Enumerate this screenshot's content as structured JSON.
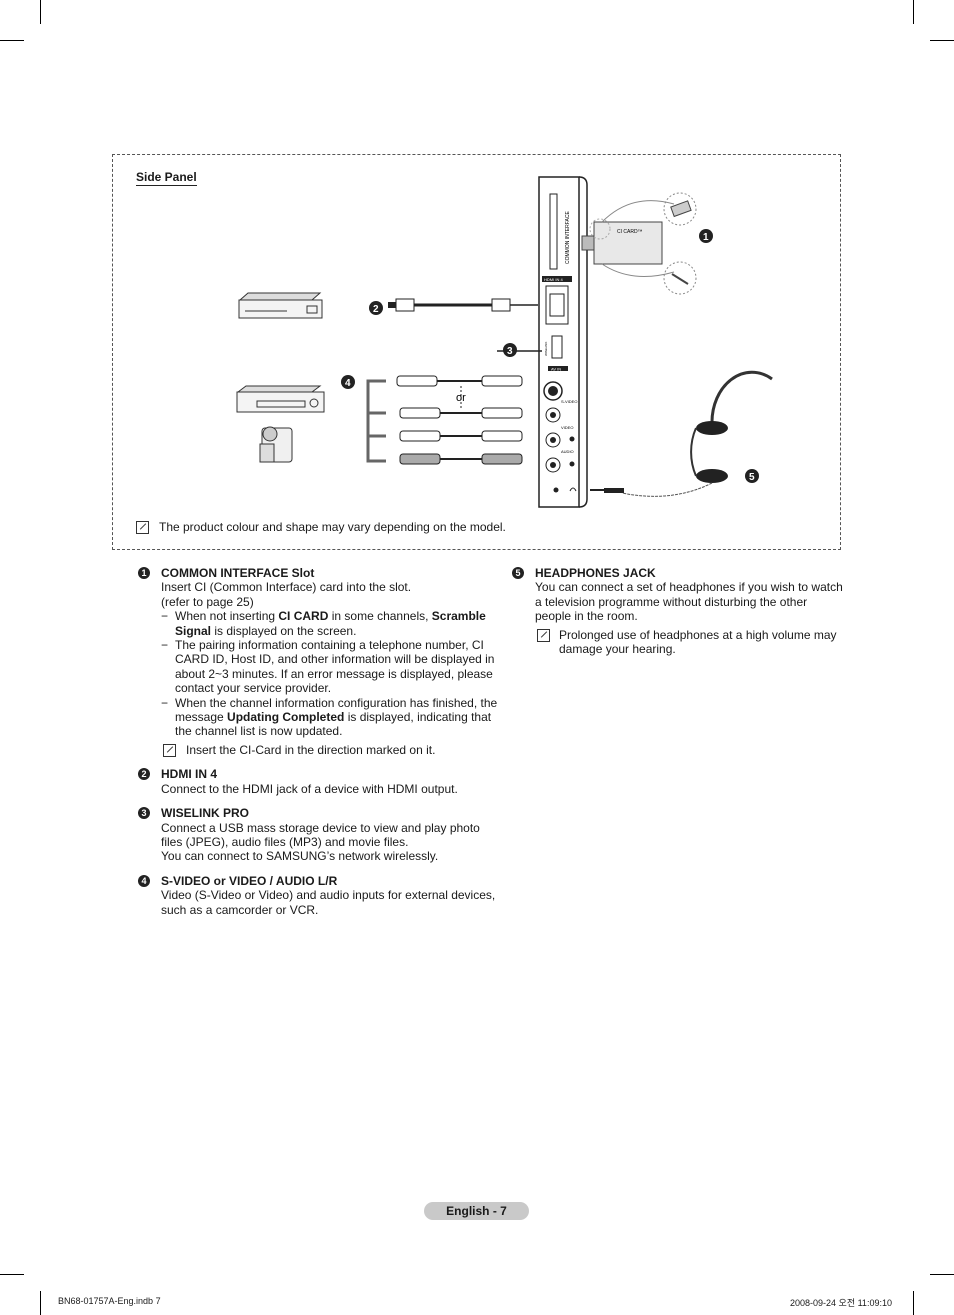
{
  "side_panel": {
    "title": "Side Panel",
    "port_labels": {
      "common_interface": "COMMON INTERFACE",
      "hdmi_in": "HDMI IN 4",
      "wiselink": "WISELINK",
      "av_in": "AV IN",
      "s_video": "S-VIDEO",
      "video": "VIDEO",
      "audio": "AUDIO",
      "ci_card": "CI CARD™"
    },
    "or_label": "or",
    "callouts": [
      "1",
      "2",
      "3",
      "4",
      "5"
    ],
    "note": "The product colour and shape may vary depending on the model."
  },
  "items": {
    "ci": {
      "num": "1",
      "title": "COMMON INTERFACE Slot",
      "line1": "Insert CI (Common Interface) card into the slot.",
      "line2": "(refer to page 25)",
      "d1_pre": "When not inserting ",
      "d1_b1": "CI CARD",
      "d1_mid": " in some channels, ",
      "d1_b2": "Scramble Signal",
      "d1_post": " is displayed on the screen.",
      "d2": "The pairing information containing a telephone number, CI CARD ID, Host ID, and other information will be displayed in about 2~3 minutes. If an error message is displayed, please contact your service provider.",
      "d3_pre": "When the channel information configuration has finished, the message ",
      "d3_b": "Updating Completed",
      "d3_post": " is displayed, indicating that the channel list is now updated.",
      "note": "Insert the CI-Card in the direction marked on it."
    },
    "hdmi": {
      "num": "2",
      "title": "HDMI IN 4",
      "text": "Connect to the HDMI jack of a device with HDMI output."
    },
    "wiselink": {
      "num": "3",
      "title": "WISELINK PRO",
      "text1": "Connect a USB mass storage device to view and play photo files (JPEG), audio files (MP3) and movie files.",
      "text2": "You can connect to SAMSUNG’s network wirelessly."
    },
    "svideo": {
      "num": "4",
      "title": "S-VIDEO or VIDEO / AUDIO L/R",
      "text": "Video (S-Video or Video) and audio inputs for external devices, such as a camcorder or VCR."
    },
    "headphones": {
      "num": "5",
      "title": "HEADPHONES JACK",
      "text": "You can connect a set of headphones if you wish to watch a television programme without disturbing the other people in the room.",
      "note": "Prolonged use of headphones at a high volume may damage your hearing."
    }
  },
  "footer": {
    "page_label": "English - 7",
    "file": "BN68-01757A-Eng.indb   7",
    "timestamp": "2008-09-24   오전 11:09:10"
  }
}
